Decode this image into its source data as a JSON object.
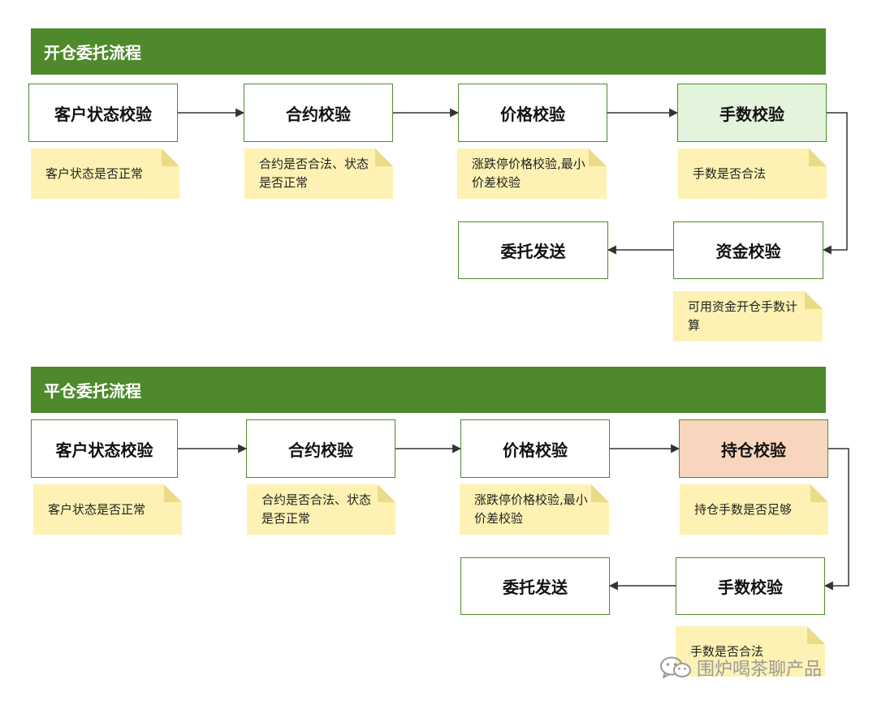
{
  "open_flow": {
    "title": "开仓委托流程",
    "steps": {
      "customer_check": "客户状态校验",
      "contract_check": "合约校验",
      "price_check": "价格校验",
      "lots_check": "手数校验",
      "funds_check": "资金校验",
      "send_order": "委托发送"
    },
    "notes": {
      "customer_check": "客户状态是否正常",
      "contract_check": "合约是否合法、状态是否正常",
      "price_check": "涨跌停价格校验,最小价差校验",
      "lots_check": "手数是否合法",
      "funds_check": "可用资金开仓手数计算"
    },
    "highlight_color": "#e3f3dc"
  },
  "close_flow": {
    "title": "平仓委托流程",
    "steps": {
      "customer_check": "客户状态校验",
      "contract_check": "合约校验",
      "price_check": "价格校验",
      "position_check": "持仓校验",
      "lots_check": "手数校验",
      "send_order": "委托发送"
    },
    "notes": {
      "customer_check": "客户状态是否正常",
      "contract_check": "合约是否合法、状态是否正常",
      "price_check": "涨跌停价格校验,最小价差校验",
      "position_check": "持仓手数是否足够",
      "lots_check": "手数是否合法"
    },
    "highlight_color": "#f8d6bd"
  },
  "colors": {
    "banner": "#4e8a2c",
    "border": "#4e8a2c",
    "note": "#fdf2b3",
    "arrow": "#333333"
  },
  "watermark": {
    "text": "围炉喝茶聊产品",
    "icon": "wechat-icon"
  }
}
